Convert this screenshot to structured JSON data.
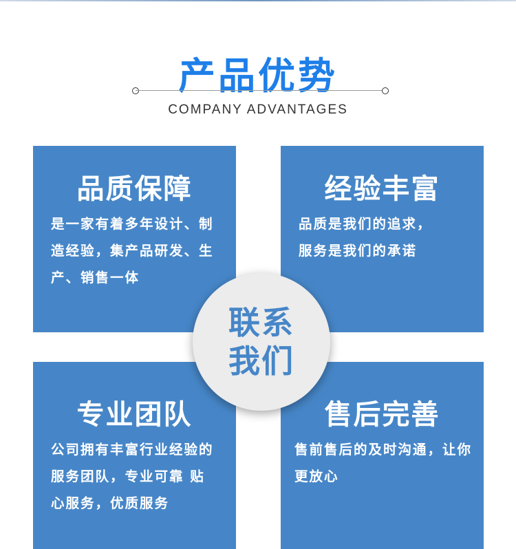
{
  "header": {
    "title": "产品优势",
    "subtitle": "COMPANY ADVANTAGES"
  },
  "cards": [
    {
      "title": "品质保障",
      "text": "是一家有着多年设计、制造经验，集产品研发、生产、销售一体"
    },
    {
      "title": "经验丰富",
      "text": "品质是我们的追求，服务是我们的承诺"
    },
    {
      "title": "专业团队",
      "text": "公司拥有丰富行业经验的服务团队，专业可靠  贴心服务，优质服务"
    },
    {
      "title": "售后完善",
      "text": "售前售后的及时沟通，让你更放心"
    }
  ],
  "contact": {
    "line1": "联系",
    "line2": "我们"
  },
  "colors": {
    "title": "#1e7fe8",
    "card": "#4686c8"
  }
}
